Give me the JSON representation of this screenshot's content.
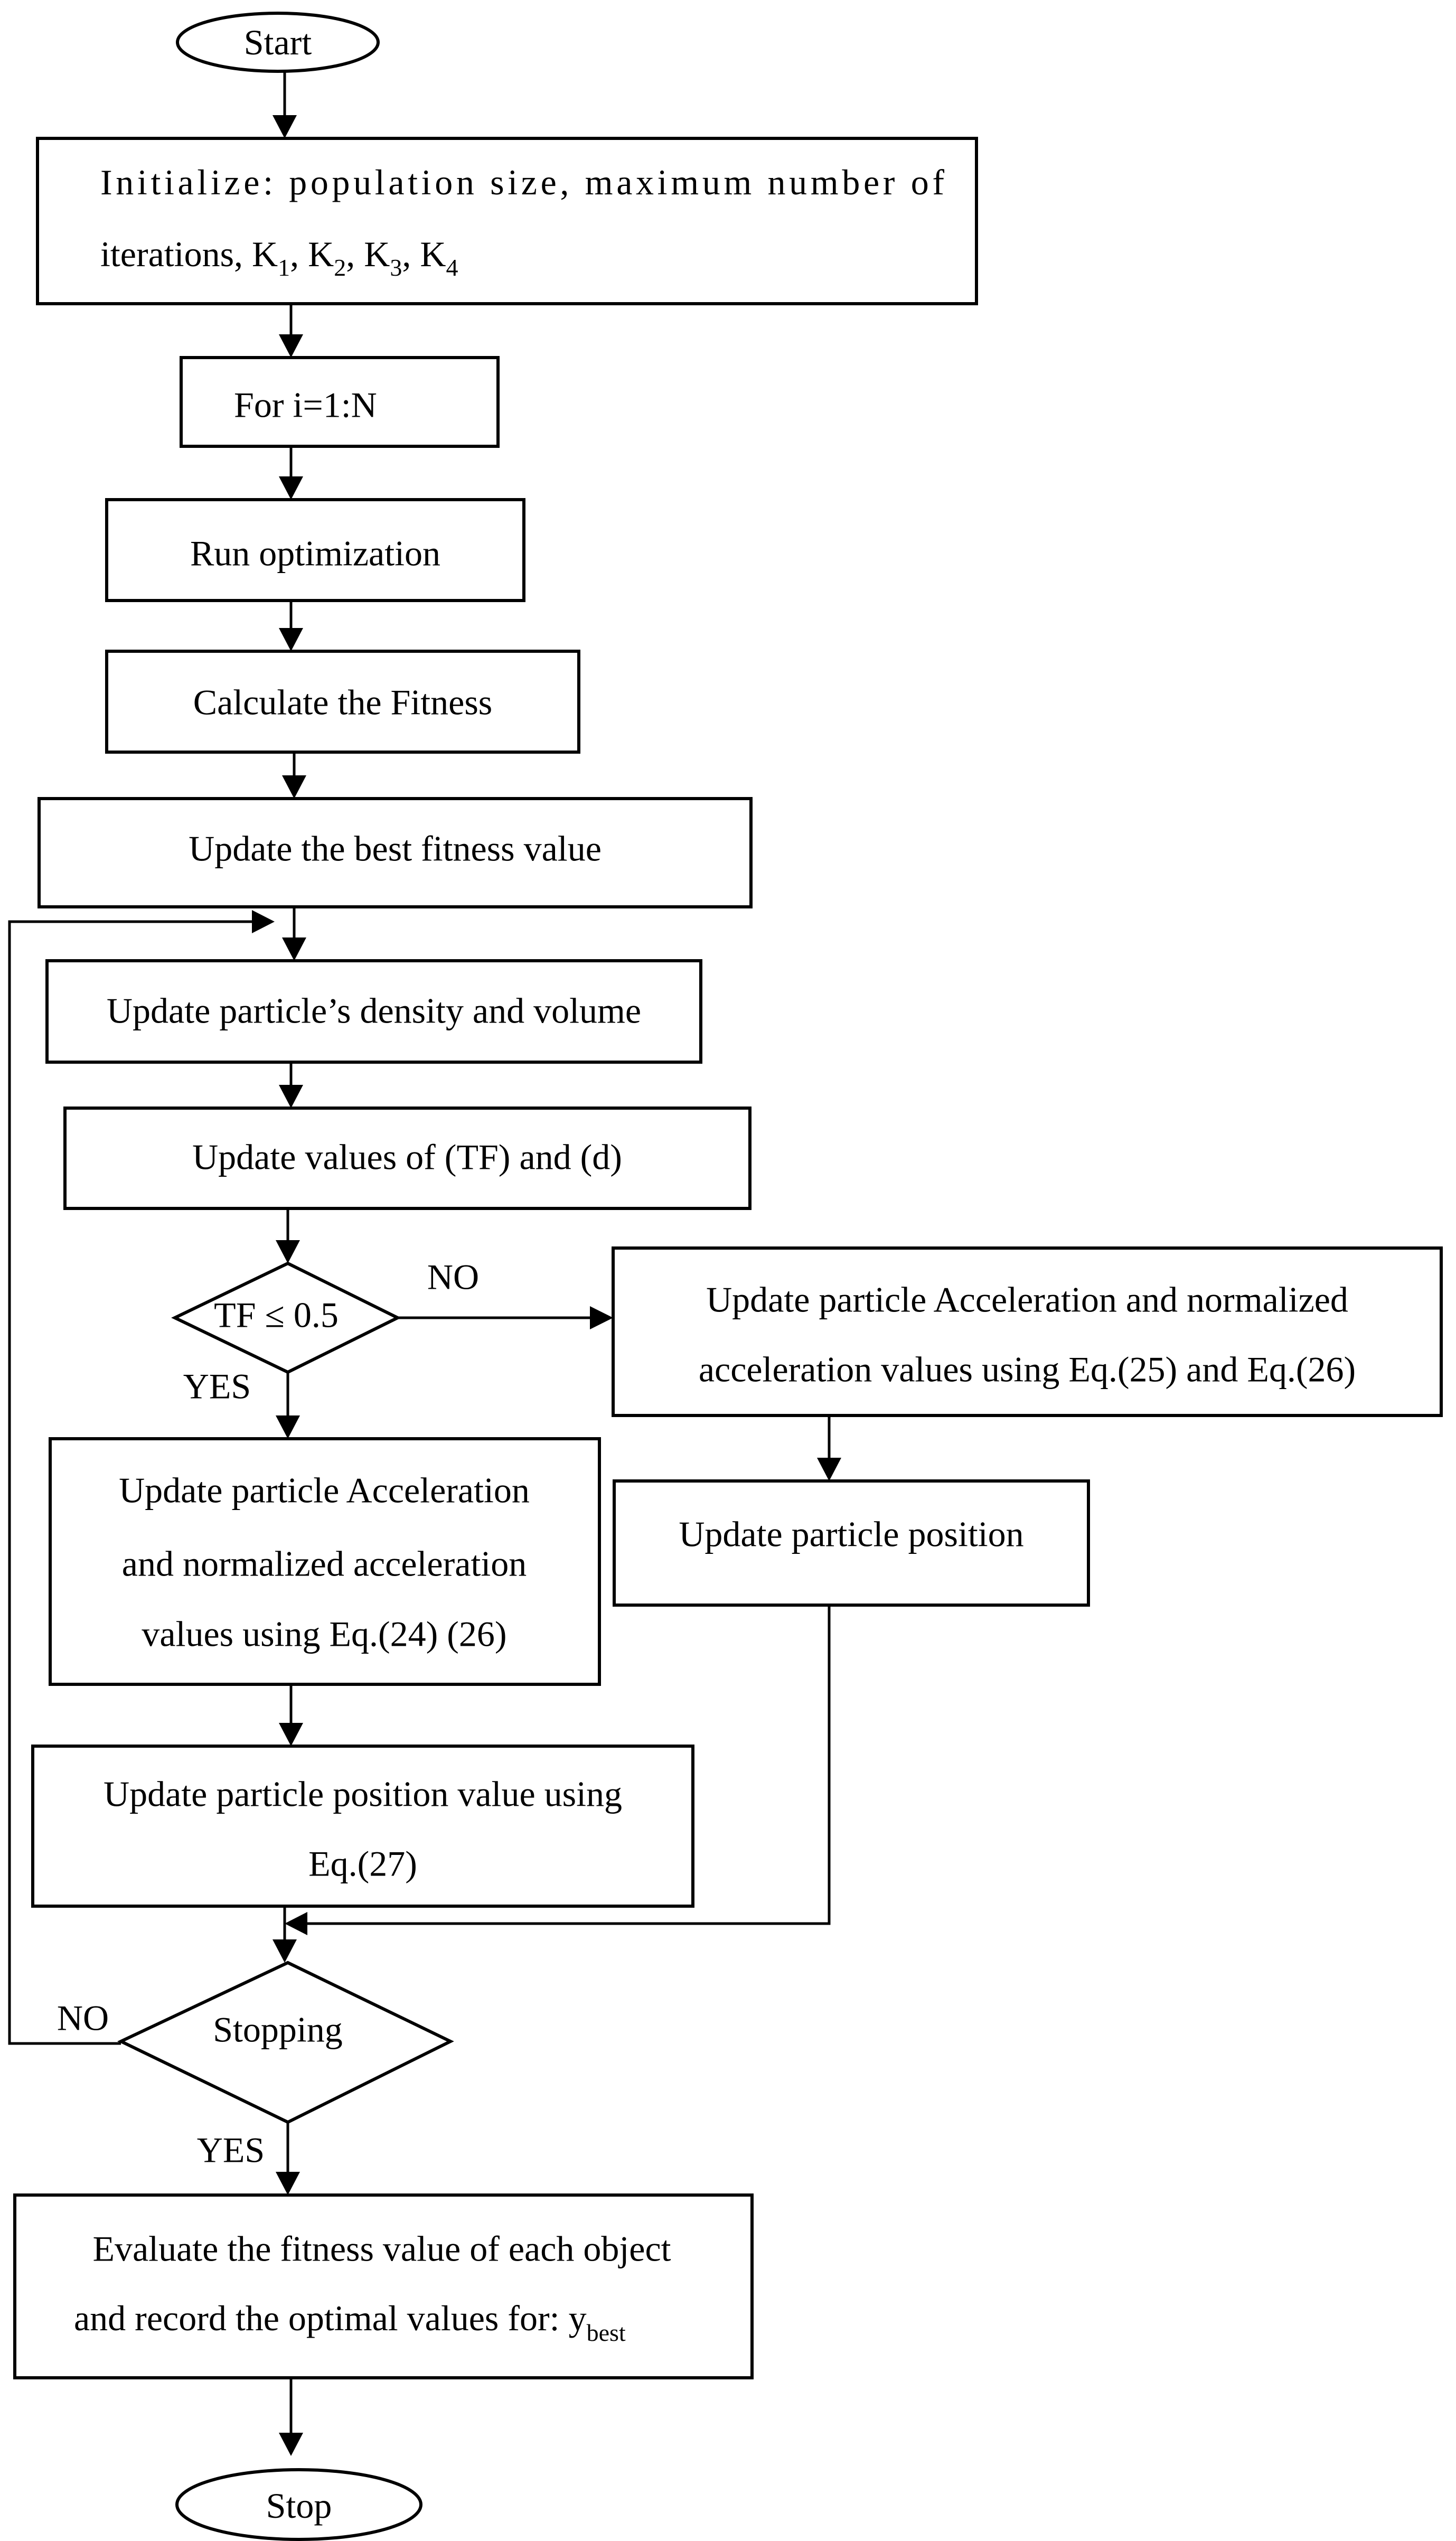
{
  "flowchart": {
    "start": "Start",
    "init": {
      "line1": "Initialize:  population  size,  maximum  number  of",
      "line2_prefix": "iterations,  ",
      "k_letter": "K",
      "k1_sub": "1",
      "k2_sub": "2",
      "k3_sub": "3",
      "k4_sub": "4",
      "comma": ", "
    },
    "loop": "For i=1:N",
    "run": "Run optimization",
    "fitness": "Calculate the Fitness",
    "best": "Update the best fitness value",
    "density": "Update particle’s density and volume",
    "tf_d": "Update values of (TF) and (d)",
    "decision_tf": "TF ≤ 0.5",
    "no_label_tf": "NO",
    "yes_label_tf": "YES",
    "left_accel": {
      "line1": "Update particle Acceleration",
      "line2": "and normalized acceleration",
      "line3": "values using Eq.(24) (26)"
    },
    "right_accel": {
      "line1": "Update particle Acceleration and normalized",
      "line2": "acceleration values using Eq.(25) and Eq.(26)"
    },
    "right_position": "Update particle position",
    "left_position": {
      "line1": "Update particle position value using",
      "line2": "Eq.(27)"
    },
    "decision_stop": "Stopping",
    "no_label_stop": "NO",
    "yes_label_stop": "YES",
    "evaluate": {
      "line1": "Evaluate the fitness value of each object",
      "line2": "and record the optimal values for:  ",
      "y_letter": "y",
      "y_sub": "best"
    },
    "stop": "Stop"
  }
}
